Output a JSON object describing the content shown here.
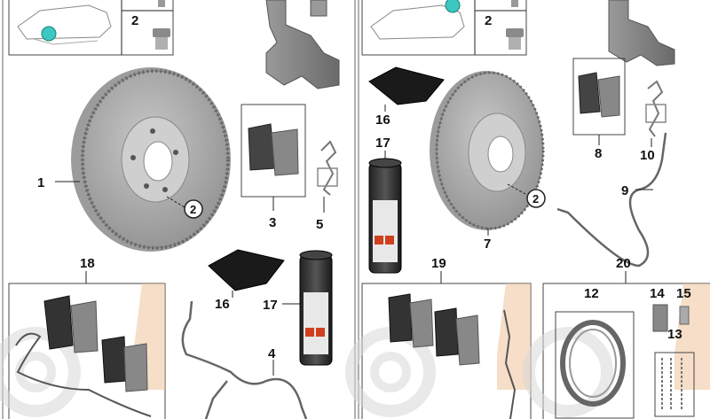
{
  "left_panel": {
    "labels": {
      "disc": "1",
      "bolt": "2",
      "pad_kit": "3",
      "sensor": "4",
      "spring": "5",
      "grease": "16",
      "spray": "17",
      "repair_kit": "18"
    },
    "disc_callout": "2"
  },
  "right_panel": {
    "labels": {
      "bolt": "2",
      "disc": "7",
      "pad_kit": "8",
      "sensor": "9",
      "spring": "10",
      "grease": "16",
      "spray": "17",
      "repair_kit": "19",
      "parking_brake_kit": "20",
      "shoe": "12",
      "adjuster": "14",
      "pin": "15",
      "spring_set": "13"
    },
    "disc_callout": "2"
  },
  "colors": {
    "marker": "#3cc8c0",
    "disc": "#a9a9a9",
    "watermark": "#eec39a"
  }
}
